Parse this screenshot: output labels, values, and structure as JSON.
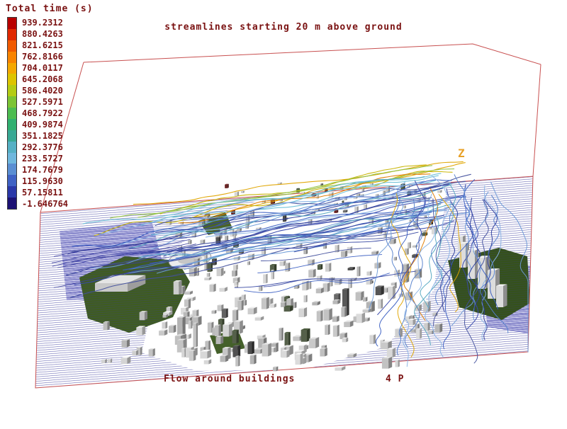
{
  "title": "streamlines starting 20 m above ground",
  "legend": {
    "title": "Total time (s)",
    "ticks": [
      "939.2312",
      "880.4263",
      "821.6215",
      "762.8166",
      "704.0117",
      "645.2068",
      "586.4020",
      "527.5971",
      "468.7922",
      "409.9874",
      "351.1825",
      "292.3776",
      "233.5727",
      "174.7679",
      "115.9630",
      "57.15811",
      "-1.646764"
    ],
    "colors": [
      "#b80000",
      "#e02800",
      "#f05a00",
      "#f88400",
      "#f4a800",
      "#ddc400",
      "#b4cc14",
      "#7cc434",
      "#4cbc50",
      "#30b070",
      "#38a894",
      "#55b0c4",
      "#6fb7dd",
      "#5a8ed2",
      "#3f62c4",
      "#2a38a8",
      "#1c1274"
    ]
  },
  "captions": {
    "left": "Flow around buildings",
    "right": "4 P"
  },
  "axis_labels": {
    "z": "Z"
  },
  "colors": {
    "text": "#7a1212",
    "wireframe": "#c85050",
    "background": "#ffffff",
    "ground_hatch": "#3c3c9e",
    "ground_hatch_dense": "#4646b4",
    "park_green": "#3f5c20",
    "park_green_dark": "#35511b",
    "z_label": "#e8a128"
  },
  "scene": {
    "cool_palette": [
      "#2e3f9f",
      "#3a5ec2",
      "#5580cc",
      "#6d9bd8",
      "#8ab4e6",
      "#44519e",
      "#55a8c0",
      "#3949ab"
    ],
    "warm_palette": [
      "#e0a500",
      "#c8b400",
      "#e07c00",
      "#8fbf3c",
      "#5aad4a",
      "#d9c94a"
    ],
    "light_blue_palette": [
      "#55a8c0",
      "#7fb3dd",
      "#6cc0d8"
    ]
  },
  "chart_data": {
    "type": "line",
    "title": "streamlines starting 20 m above ground",
    "legend_title": "Total time (s)",
    "colorbar_ticks": [
      939.2312,
      880.4263,
      821.6215,
      762.8166,
      704.0117,
      645.2068,
      586.402,
      527.5971,
      468.7922,
      409.9874,
      351.1825,
      292.3776,
      233.5727,
      174.7679,
      115.963,
      57.15811,
      -1.646764
    ],
    "colorbar_range": [
      -1.646764,
      939.2312
    ],
    "colorbar_step": 58.8049,
    "annotations": [
      "Flow around buildings",
      "4 P",
      "Z"
    ],
    "description": "3D CFD visualization: streamlines seeded 20 m above ground, colored by total time (s), flowing over a city model of buildings inside a red wireframe bounding box; dense near-ground streamline hatching covers the terrain plane."
  }
}
